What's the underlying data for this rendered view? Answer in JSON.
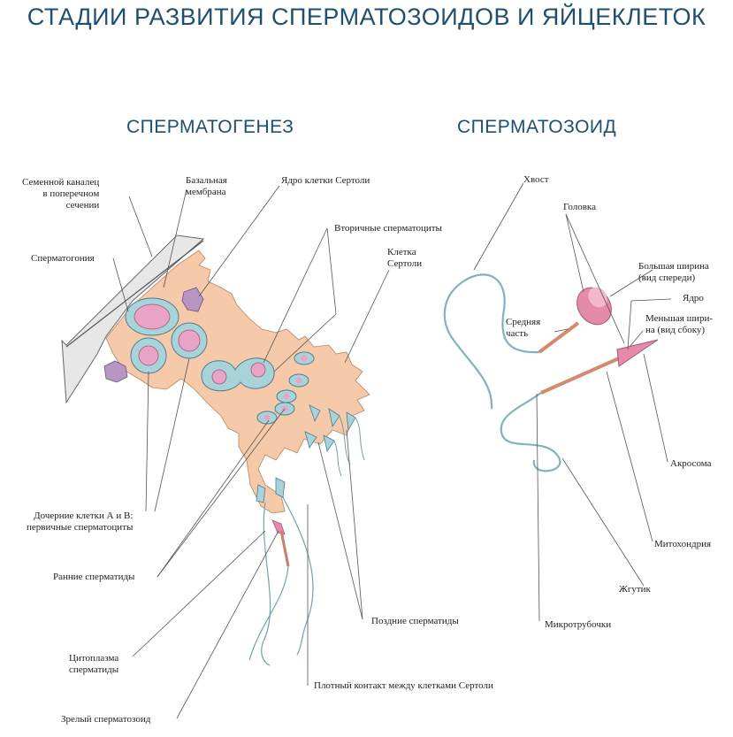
{
  "title": "СТАДИИ РАЗВИТИЯ СПЕРМАТОЗОИДОВ И ЯЙЦЕКЛЕТОК",
  "sections": {
    "left": "СПЕРМАТОГЕНЕЗ",
    "right": "СПЕРМАТОЗОИД"
  },
  "left_labels": {
    "seminiferous": [
      "Семенной каналец",
      "в поперечном",
      "сечении"
    ],
    "basal": [
      "Базальная",
      "мембрана"
    ],
    "sertoli_nucleus": "Ядро клетки Сертоли",
    "secondary": "Вторичные сперматоциты",
    "sertoli_cell": [
      "Клетка",
      "Сертоли"
    ],
    "spermatogonia": "Сперматогония",
    "daughter": [
      "Дочерние клетки А и В:",
      "первичные сперматоциты"
    ],
    "early": "Ранние сперматиды",
    "late": "Поздние сперматиды",
    "cytoplasm": [
      "Цитоплазма",
      "сперматиды"
    ],
    "tight": "Плотный контакт между клетками Сертоли",
    "mature": "Зрелый сперматозоид"
  },
  "right_labels": {
    "tail": "Хвост",
    "head": "Головка",
    "largest": [
      "Большая ширина",
      "(вид спереди)"
    ],
    "nucleus": "Ядро",
    "midpiece": [
      "Средняя",
      "часть"
    ],
    "smaller": [
      "Меньшая шири-",
      "на (вид сбоку)"
    ],
    "acrosome": "Акросома",
    "mitochondria": "Митохондрия",
    "flagellum": "Жгутик",
    "microtubules": "Микротрубочки"
  },
  "colors": {
    "title": "#1d4f73",
    "tissue": "#f6c9a8",
    "cell_ring": "#a8d3d9",
    "nucleus": "#e9a3c4",
    "head": "#e58aa8",
    "tail": "#7fb4bd"
  }
}
